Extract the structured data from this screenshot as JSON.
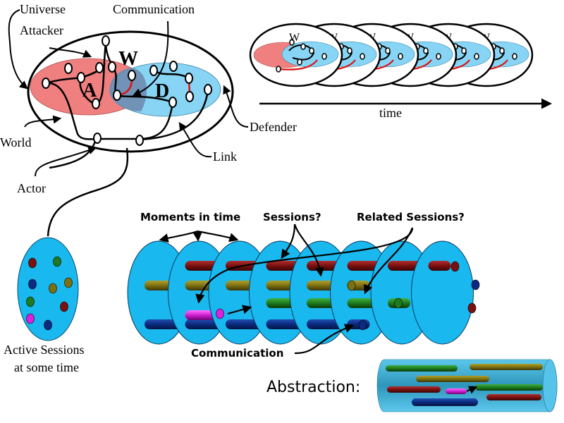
{
  "top_diagram": {
    "labels": {
      "universe": "Universe",
      "communication": "Communication",
      "attacker": "Attacker",
      "world": "World",
      "actor": "Actor",
      "link": "Link",
      "defender": "Defender"
    },
    "region_letters": {
      "attacker": "A",
      "world": "W",
      "defender": "D"
    }
  },
  "timeline": {
    "frame_count": 6,
    "frame_letter": "W",
    "axis_label": "time"
  },
  "active_sessions": {
    "caption_line1": "Active Sessions",
    "caption_line2": "at some time",
    "dots": [
      "dark-red",
      "green",
      "olive",
      "dark-blue",
      "olive",
      "green",
      "dark-red",
      "magenta",
      "dark-blue"
    ]
  },
  "sessions_over_time": {
    "labels": {
      "moments": "Moments in time",
      "sessions": "Sessions?",
      "related": "Related Sessions?",
      "communication": "Communication"
    },
    "slice_count": 8
  },
  "abstraction": {
    "label": "Abstraction:"
  },
  "colors": {
    "attacker_fill": "#f08080",
    "defender_fill": "#87d4f5",
    "overlap_fill": "#6f8cb0",
    "slice_fill": "#19b8ee",
    "link_red": "#dd1111",
    "session_dark_red": "#7a1010",
    "session_olive": "#7d7010",
    "session_green": "#1e7a1e",
    "session_dark_blue": "#0c2a80",
    "session_magenta": "#e020e0",
    "cylinder_fill": "#3aa8cc"
  }
}
